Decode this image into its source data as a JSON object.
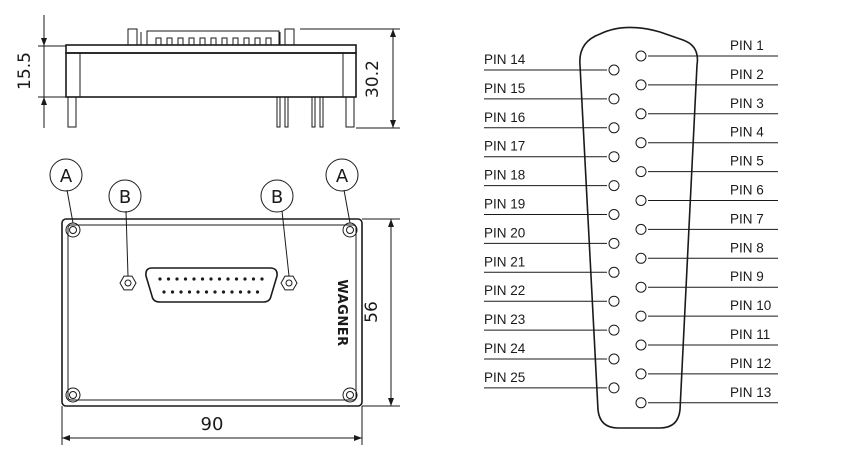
{
  "dimensions": {
    "height_side": "15.5",
    "height_total": "30.2",
    "depth": "56",
    "width": "90"
  },
  "callouts": {
    "a": "A",
    "b": "B"
  },
  "logo_text": "WAGNER",
  "pins_left": [
    "PIN 14",
    "PIN 15",
    "PIN 16",
    "PIN 17",
    "PIN 18",
    "PIN 19",
    "PIN 20",
    "PIN 21",
    "PIN 22",
    "PIN 23",
    "PIN 24",
    "PIN 25"
  ],
  "pins_right": [
    "PIN 1",
    "PIN 2",
    "PIN 3",
    "PIN 4",
    "PIN 5",
    "PIN 6",
    "PIN 7",
    "PIN 8",
    "PIN 9",
    "PIN 10",
    "PIN 11",
    "PIN 12",
    "PIN 13"
  ],
  "colors": {
    "line": "#1a1a1a",
    "background": "#ffffff"
  }
}
